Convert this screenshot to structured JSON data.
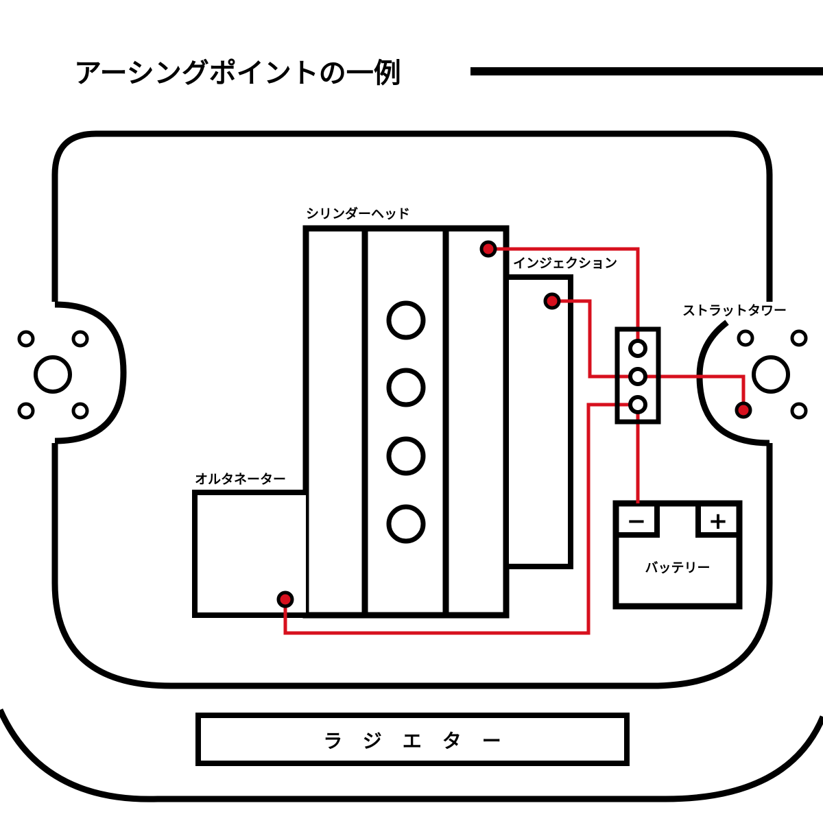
{
  "title": "アーシングポイントの一例",
  "labels": {
    "cylinder_head": "シリンダーヘッド",
    "injection": "インジェクション",
    "strut_tower": "ストラットタワー",
    "alternator": "オルタネーター",
    "battery": "バッテリー",
    "battery_minus": "−",
    "battery_plus": "+",
    "radiator": "ラジエター"
  },
  "colors": {
    "line": "#000000",
    "earthing_wire": "#d7101e",
    "background": "#ffffff"
  },
  "earthing_points": [
    {
      "name": "cylinder-head",
      "connects_to": "terminal-1"
    },
    {
      "name": "injection",
      "connects_to": "terminal-2"
    },
    {
      "name": "strut-tower",
      "connects_to": "terminal-2"
    },
    {
      "name": "alternator",
      "connects_to": "terminal-3"
    },
    {
      "name": "battery-minus",
      "connects_to": "terminal-3"
    }
  ],
  "terminal_block": {
    "terminals": 3
  }
}
